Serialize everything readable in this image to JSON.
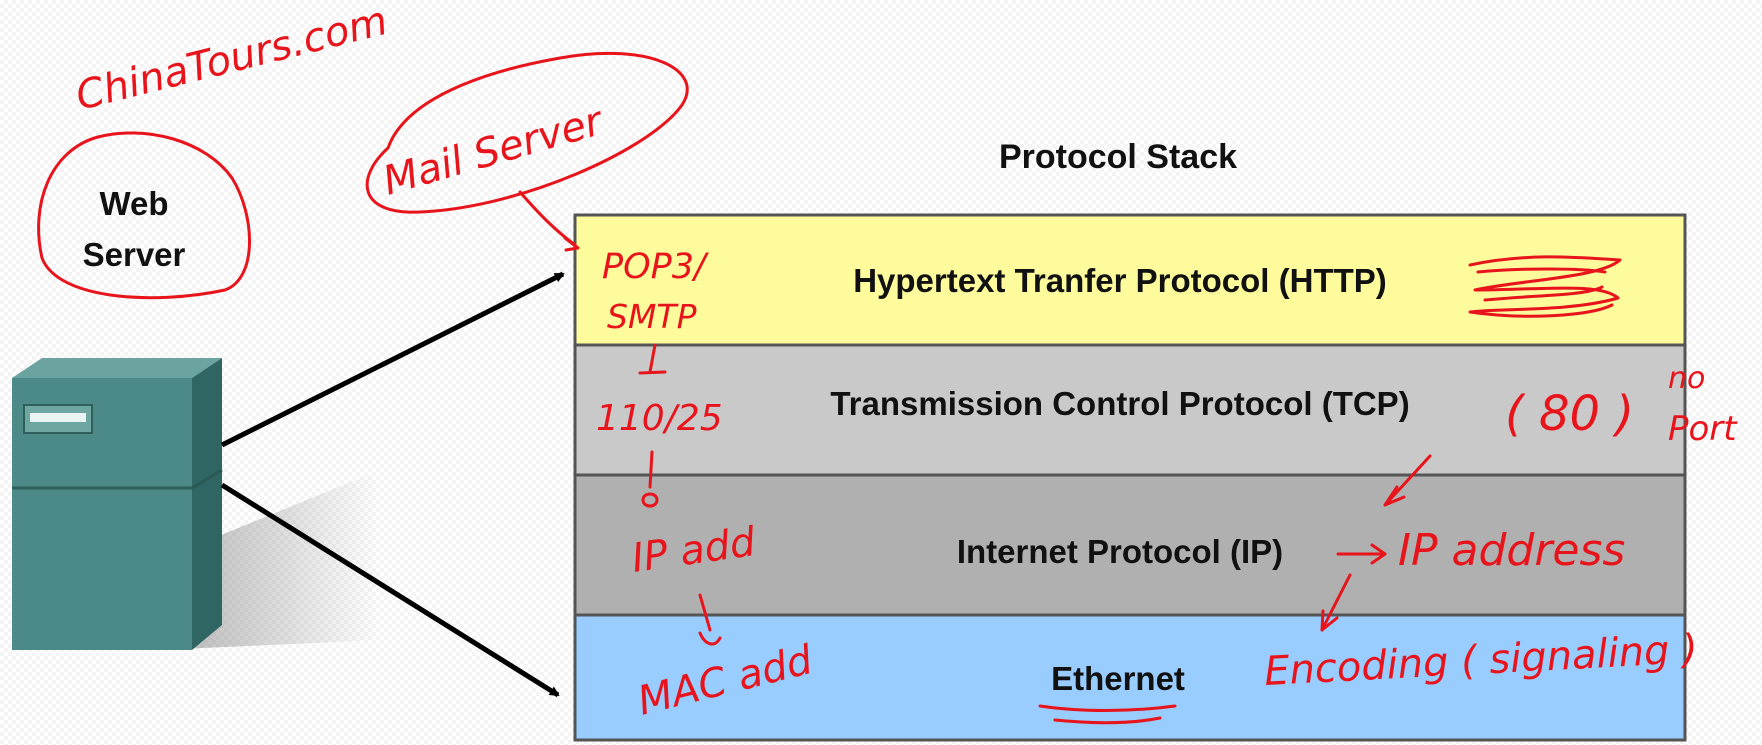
{
  "diagram": {
    "title": "Protocol Stack",
    "server_label_line1": "Web",
    "server_label_line2": "Server",
    "layers": [
      {
        "label": "Hypertext Tranfer Protocol (HTTP)",
        "color": "#fdfb9c"
      },
      {
        "label": "Transmission Control Protocol (TCP)",
        "color": "#c9c9c9"
      },
      {
        "label": "Internet Protocol (IP)",
        "color": "#b0b0b0"
      },
      {
        "label": "Ethernet",
        "color": "#99ccff"
      }
    ],
    "server_color": "#4b8a86"
  },
  "annotations": {
    "site": "ChinaTours.com",
    "mail_server": "Mail Server",
    "app_protocols_line1": "POP3/",
    "app_protocols_line2": "SMTP",
    "ports": "110/25",
    "ip_add": "IP add",
    "mac_add": "MAC add",
    "port_80": "( 80 )",
    "no_port_line1": "no",
    "no_port_line2": "Port",
    "ip_address": "IP address",
    "encoding": "Encoding ( signaling )"
  },
  "colors": {
    "ink": "#e8141c"
  }
}
